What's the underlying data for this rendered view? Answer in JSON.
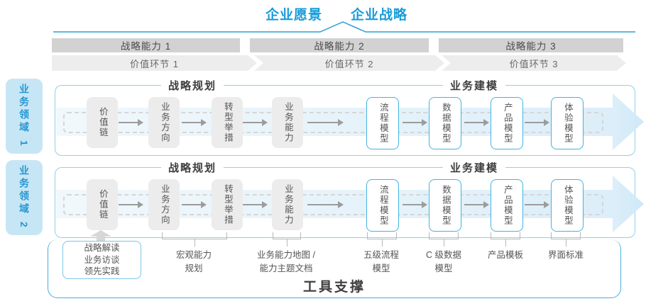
{
  "header": {
    "vision": "企业愿景",
    "strategy": "企业战略"
  },
  "strategic_capabilities": [
    "战略能力 1",
    "战略能力 2",
    "战略能力 3"
  ],
  "value_links": [
    "价值环节 1",
    "价值环节 2",
    "价值环节 3"
  ],
  "business_domains": [
    "业务领域 1",
    "业务领域 2"
  ],
  "row_headers": {
    "planning": "战略规划",
    "modeling": "业务建模"
  },
  "flow_boxes": {
    "gray": [
      "价值链",
      "业务方向",
      "转型举措",
      "业务能力"
    ],
    "blue": [
      "流程模型",
      "数据模型",
      "产品模型",
      "体验模型"
    ]
  },
  "practice_box": {
    "line1": "战略解读",
    "line2": "业务访谈",
    "line3": "领先实践"
  },
  "annotations": {
    "macro": {
      "line1": "宏观能力",
      "line2": "规划"
    },
    "capability_map": {
      "line1": "业务能力地图 /",
      "line2": "能力主题文档"
    },
    "process": {
      "line1": "五级流程",
      "line2": "模型"
    },
    "data": {
      "line1": "C 级数据",
      "line2": "模型"
    },
    "product": {
      "line1": "产品模板"
    },
    "ui": {
      "line1": "界面标准"
    }
  },
  "footer": {
    "tools_label": "工具支撑"
  },
  "colors": {
    "accent_blue": "#189cd8",
    "container_border_blue": "#90d0ec",
    "tab_fill": "#c7e6f5",
    "bar_gray": "#d2d2d2",
    "chevron_gray": "#ededed",
    "box_gray": "#ececec",
    "blue_box_border": "#45b2e2",
    "band_blue": "#dceef9"
  }
}
